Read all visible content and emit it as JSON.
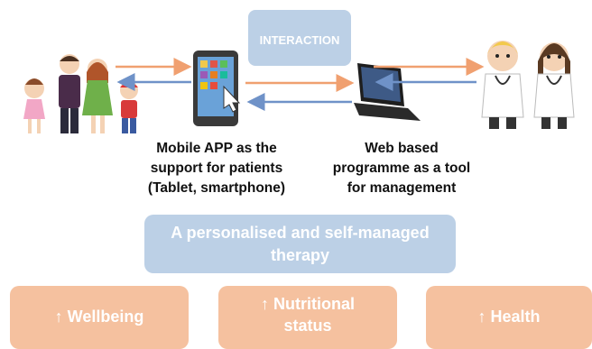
{
  "interaction_label": "INTERACTION",
  "mobile_caption": [
    "Mobile APP as the",
    "support for patients",
    "(Tablet, smartphone)"
  ],
  "web_caption": [
    "Web based",
    "programme as a tool",
    "for management"
  ],
  "therapy": [
    "A personalised and self-managed",
    "therapy"
  ],
  "outcomes": [
    {
      "lines": [
        "↑ Wellbeing"
      ]
    },
    {
      "lines": [
        "↑ Nutritional",
        "status"
      ]
    },
    {
      "lines": [
        "↑ Health"
      ]
    }
  ],
  "colors": {
    "arrow_orange": "#f0a070",
    "arrow_blue": "#6f92c8",
    "box_blue": "#bcd0e6",
    "box_orange": "#f5c19f"
  },
  "icons": [
    "family-icon",
    "smartphone-icon",
    "laptop-icon",
    "doctors-icon"
  ]
}
